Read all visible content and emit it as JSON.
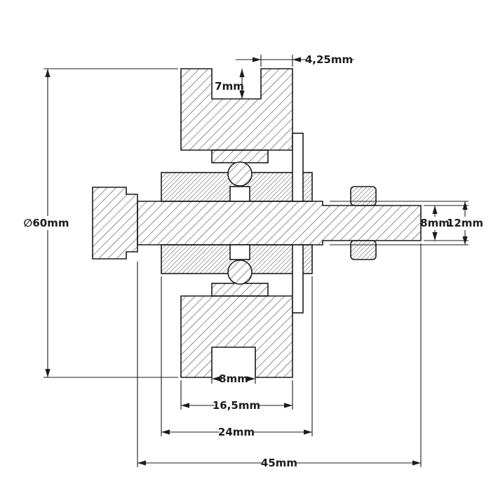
{
  "drawing": {
    "type": "technical-section-drawing",
    "subject": "pulley-with-bearings-on-shaft",
    "background_color": "#ffffff",
    "line_color": "#1c1c1c",
    "dims": {
      "rim_wall": "4,25mm",
      "groove_depth": "7mm",
      "outer_diameter": "∅60mm",
      "shaft_end_diameter": "8mm",
      "shaft_diameter": "12mm",
      "bottom_groove_width": "8mm",
      "rim_width": "16,5mm",
      "hub_width": "24mm",
      "overall_length": "45mm"
    }
  }
}
